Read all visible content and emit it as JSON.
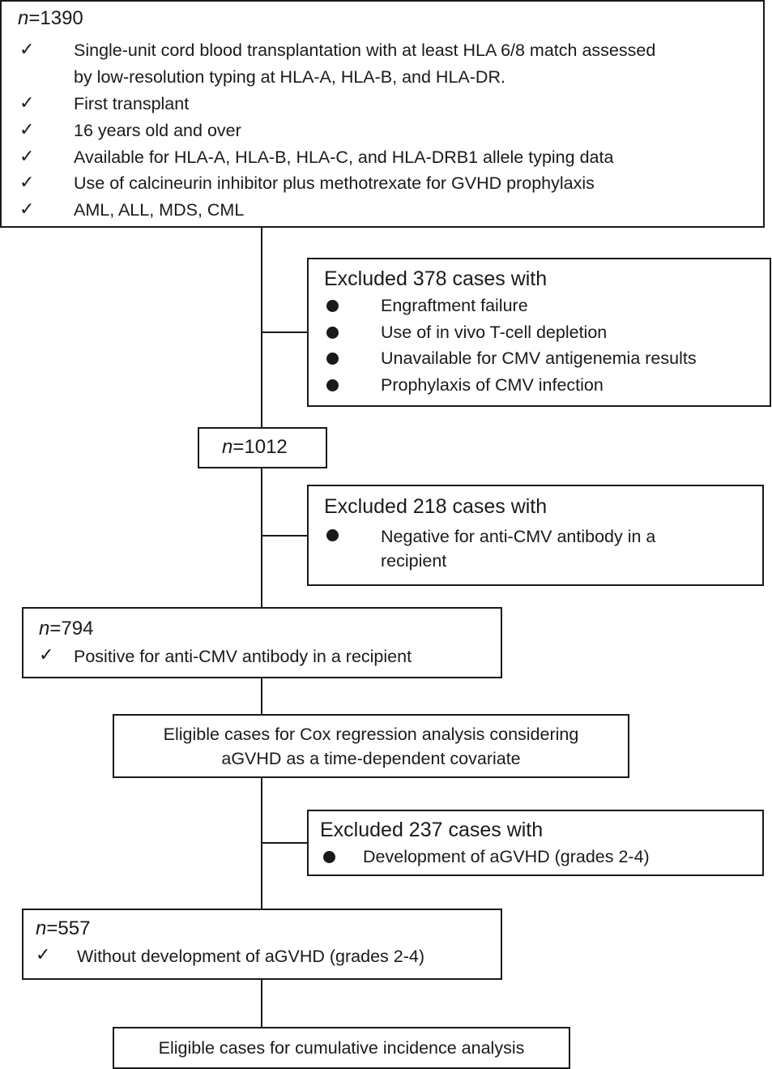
{
  "box1": {
    "n_var": "n",
    "n_value": "=1390",
    "check": "✓",
    "items": [
      [
        "Single-unit cord blood transplantation with at least HLA 6/8 match assessed",
        "by low-resolution typing at HLA-A, HLA-B, and HLA-DR."
      ],
      [
        "First transplant"
      ],
      [
        "16 years old and over"
      ],
      [
        "Available for HLA-A, HLA-B, HLA-C, and HLA-DRB1 allele typing data"
      ],
      [
        "Use of calcineurin inhibitor plus methotrexate for GVHD prophylaxis"
      ],
      [
        "AML, ALL, MDS, CML"
      ]
    ]
  },
  "excl1": {
    "title": "Excluded 378 cases with",
    "items": [
      "Engraftment failure",
      "Use of in vivo T-cell depletion",
      "Unavailable for CMV antigenemia results",
      "Prophylaxis of CMV infection"
    ]
  },
  "box2": {
    "n_var": "n",
    "n_value": "=1012"
  },
  "excl2": {
    "title": "Excluded 218 cases with",
    "items": [
      [
        "Negative for anti-CMV antibody in a",
        "recipient"
      ]
    ]
  },
  "box3": {
    "n_var": "n",
    "n_value": "=794",
    "check": "✓",
    "item": "Positive for anti-CMV antibody in a recipient"
  },
  "cox": {
    "lines": [
      "Eligible cases for Cox regression analysis considering",
      "aGVHD as a time-dependent covariate"
    ]
  },
  "excl3": {
    "title": "Excluded 237 cases with",
    "items": [
      "Development of aGVHD (grades 2-4)"
    ]
  },
  "box4": {
    "n_var": "n",
    "n_value": "=557",
    "check": "✓",
    "item": "Without development of aGVHD (grades 2-4)"
  },
  "cuminc": {
    "text": "Eligible cases for cumulative incidence analysis"
  }
}
